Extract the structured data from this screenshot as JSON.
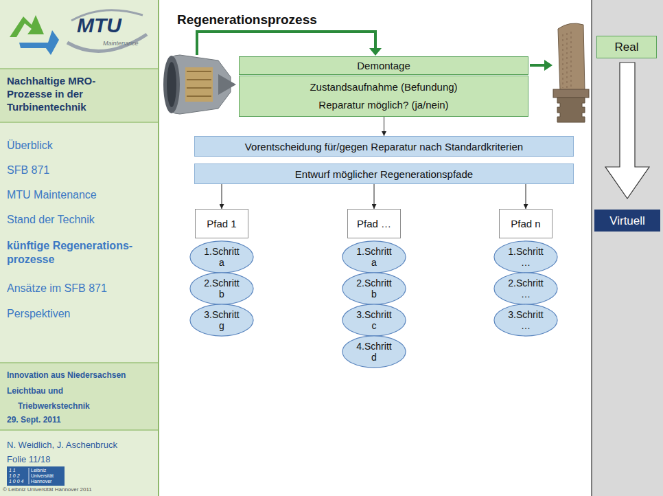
{
  "diagram": {
    "title": "Regenerationsprozess",
    "nodes": [
      {
        "text": [
          "Demontage"
        ]
      },
      {
        "text": [
          "Zustandsaufnahme (Befundung) Reparatur möglich? (ja/nein)"
        ]
      },
      {
        "text": [
          "Vorentscheidung für/gegen Reparatur nach Standardkriterien"
        ]
      },
      {
        "text": [
          "Entwurf möglicher Regenerationspfade"
        ]
      },
      {
        "text": [
          "Pfad 1"
        ]
      },
      {
        "text": [
          "1.Schritt a"
        ]
      },
      {
        "text": [
          "2.Schritt b"
        ]
      },
      {
        "text": [
          "3.Schritt g"
        ]
      },
      {
        "text": [
          "Pfad …"
        ]
      },
      {
        "text": [
          "1.Schritt a"
        ]
      },
      {
        "text": [
          "2.Schritt b"
        ]
      },
      {
        "text": [
          "3.Schritt c"
        ]
      },
      {
        "text": [
          "4.Schritt d"
        ]
      },
      {
        "text": [
          "Pfad n"
        ]
      },
      {
        "text": [
          "1.Schritt …"
        ]
      },
      {
        "text": [
          "2.Schritt …"
        ]
      },
      {
        "text": [
          "3.Schritt …"
        ]
      },
      {
        "text": [
          "Real"
        ]
      },
      {
        "text": [
          "Virtuell"
        ]
      }
    ],
    "edges": [
      {
        "from": 1,
        "to": 2,
        "arrow": "to"
      },
      {
        "from": 3,
        "to": 4,
        "arrow": "to"
      },
      {
        "from": 3,
        "to": 8,
        "arrow": "to"
      },
      {
        "from": 3,
        "to": 13,
        "arrow": "to"
      },
      {
        "from": 17,
        "to": 18,
        "arrow": "to"
      }
    ],
    "labels": [
      "MTU",
      "Maintenance",
      "Nachhaltige MRO-Prozesse in der Turbinentechnik",
      "Überblick",
      "SFB 871",
      "MTU Maintenance",
      "Stand der Technik",
      "künftige Regenerations- prozesse",
      "Ansätze im SFB 871",
      "Perspektiven",
      "Innovation aus Niedersachsen",
      "Leichtbau und Triebwerkstechnik",
      "29. Sept. 2011",
      "N. Weidlich, J. Aschenbruck",
      "Folie 11/18",
      "1 1",
      "1 0 2",
      "1 0 0 4",
      "Leibniz Universität Hannover",
      "© Leibniz Universität Hannover 2011"
    ]
  }
}
